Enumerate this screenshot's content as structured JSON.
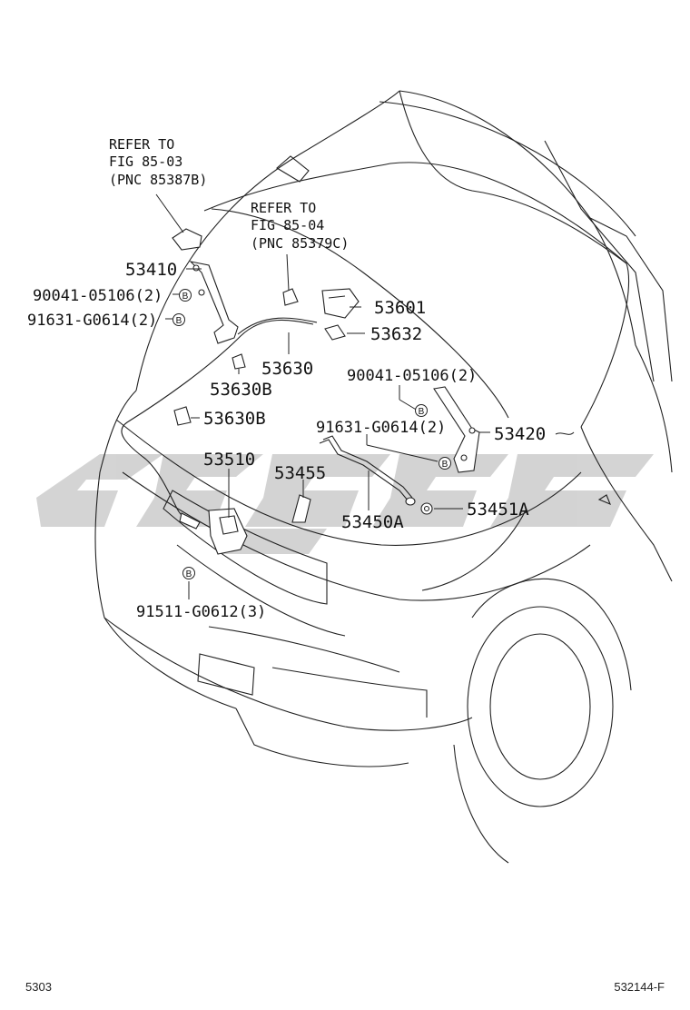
{
  "refs": [
    {
      "line1": "REFER TO",
      "line2": "FIG 85-03",
      "line3": "(PNC 85387B)"
    },
    {
      "line1": "REFER TO",
      "line2": "FIG 85-04",
      "line3": "(PNC 85379C)"
    }
  ],
  "parts": {
    "p53410": "53410",
    "bolt_90041_left": "90041-05106(2)",
    "bolt_91631_left": "91631-G0614(2)",
    "p53601": "53601",
    "p53632": "53632",
    "p53630": "53630",
    "p53630b_1": "53630B",
    "p53630b_2": "53630B",
    "bolt_90041_right": "90041-05106(2)",
    "bolt_91631_right": "91631-G0614(2)",
    "p53420": "53420",
    "p53510": "53510",
    "p53455": "53455",
    "p53450a": "53450A",
    "p53451a": "53451A",
    "bolt_91511": "91511-G0612(3)"
  },
  "b_marker": "B",
  "footer": {
    "left": "5303",
    "right": "532144-F"
  },
  "colors": {
    "line": "#222222",
    "watermark": "#cccccc"
  }
}
